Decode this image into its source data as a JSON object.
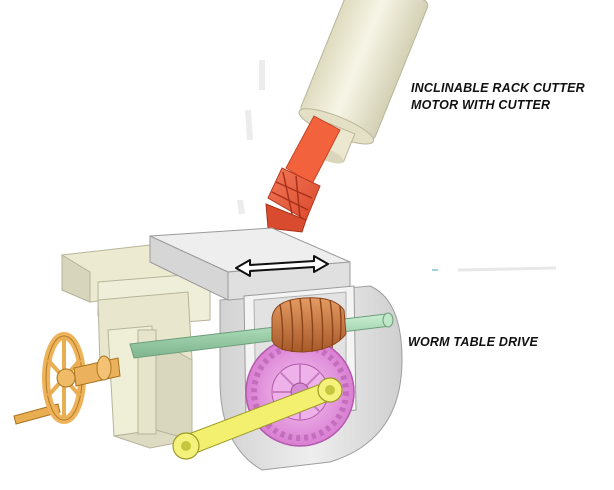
{
  "labels": {
    "cutter_line1": "INCLINABLE RACK CUTTER",
    "cutter_line2": "MOTOR WITH CUTTER",
    "worm_drive": "WORM TABLE DRIVE"
  },
  "colors": {
    "motor_body": "#f2f0dc",
    "motor_shade": "#d9d6bd",
    "cutter": "#f06040",
    "cutter_dark": "#c83c24",
    "table_top": "#e9e9e9",
    "frame": "#ecebd2",
    "frame_shade": "#c9c7ac",
    "housing": "#dcdcdc",
    "worm": "#cc7a42",
    "worm_wheel": "#e79be2",
    "shaft": "#a9d7b4",
    "handwheel": "#eeb35a",
    "crank_arm": "#f0ef6a",
    "arrow": "#111111"
  },
  "icons": {
    "direction": "double-headed-arrow-icon"
  }
}
